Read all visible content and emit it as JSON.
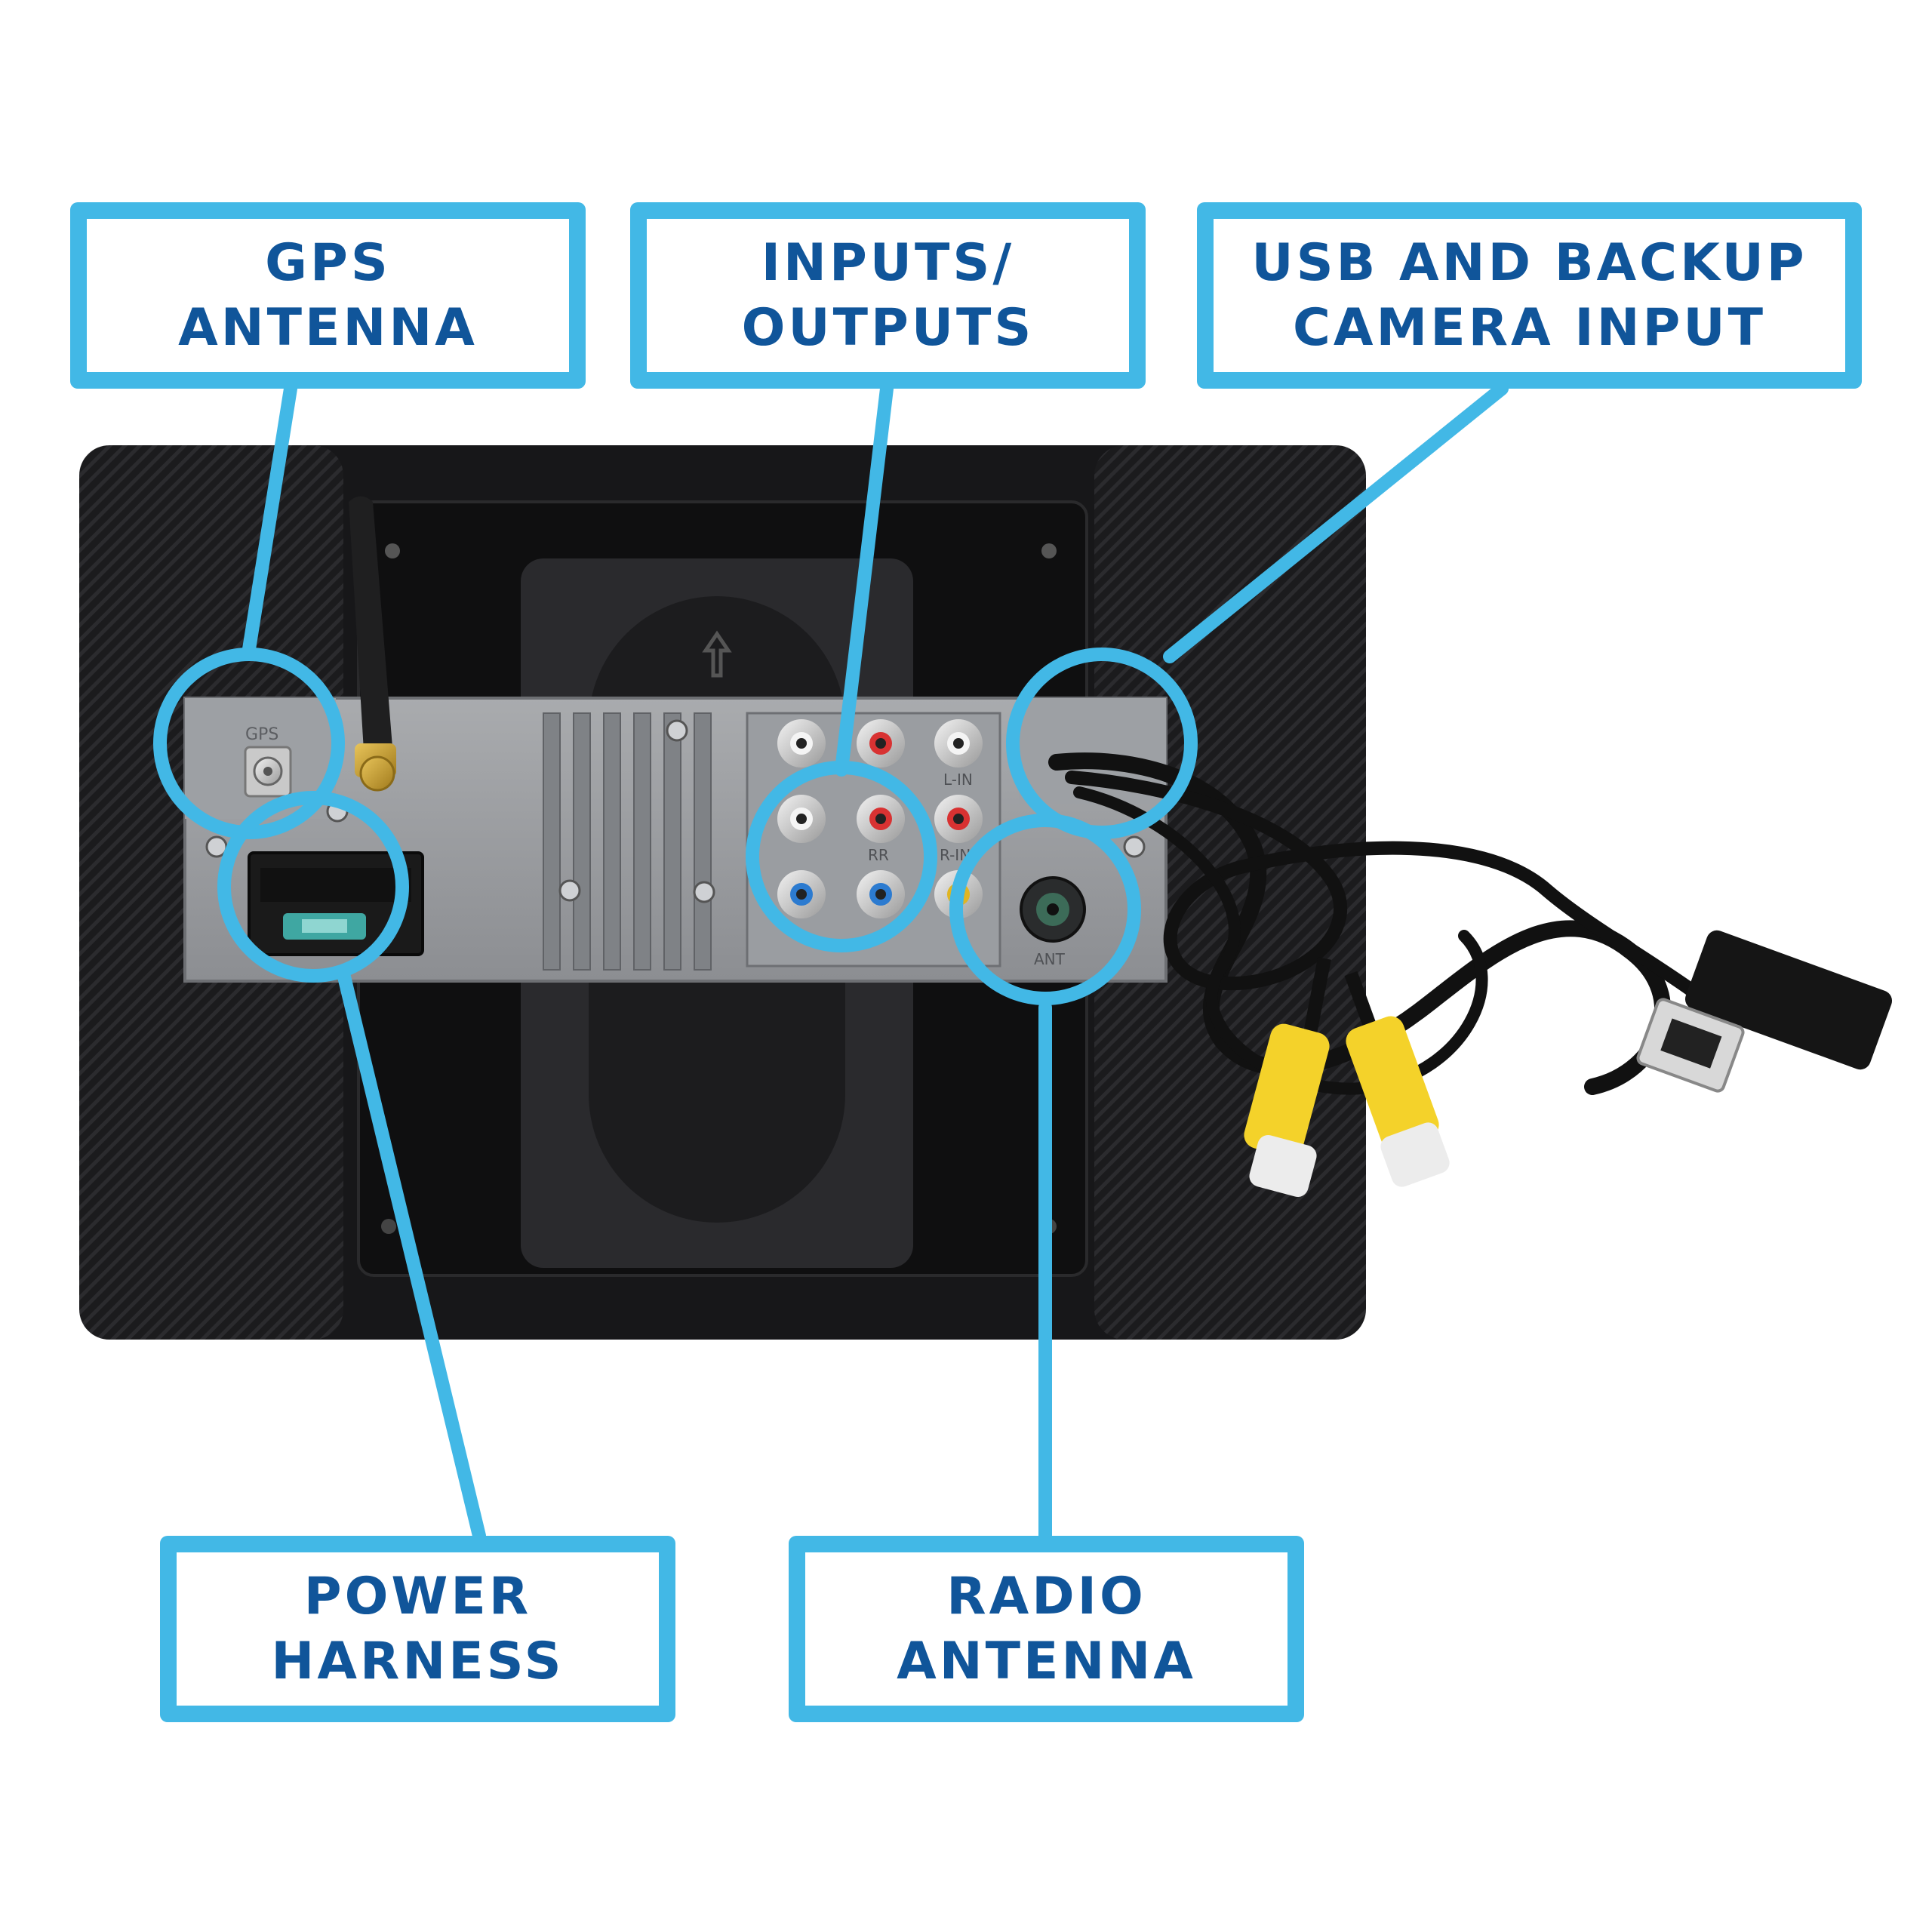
{
  "accent_color": "#42b8e6",
  "text_color": "#10559a",
  "callouts": {
    "gps": {
      "line1": "GPS",
      "line2": "ANTENNA"
    },
    "inputs_outputs": {
      "line1": "INPUTS/",
      "line2": "OUTPUTS"
    },
    "usb_camera": {
      "line1": "USB AND BACKUP",
      "line2": "CAMERA INPUT"
    },
    "power": {
      "line1": "POWER",
      "line2": "HARNESS"
    },
    "radio": {
      "line1": "RADIO",
      "line2": "ANTENNA"
    }
  },
  "device_labels": {
    "gps_port": "GPS",
    "line_in": "L-IN",
    "rr": "RR",
    "r_in": "R-IN",
    "ant": "ANT"
  },
  "icons": [
    "gps-port-icon",
    "stub-antenna-icon",
    "rca-jack-icon",
    "antenna-jack-icon",
    "usb-plug-icon",
    "rca-plug-icon",
    "wiring-harness-icon",
    "up-arrow-icon"
  ]
}
